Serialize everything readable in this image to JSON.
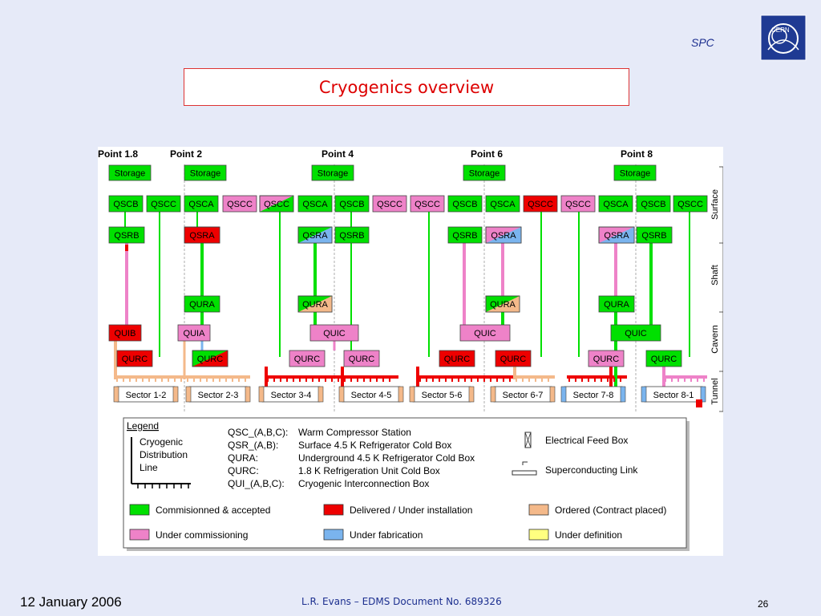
{
  "header": {
    "tag": "SPC",
    "title": "Cryogenics overview",
    "logo_text": "CERN"
  },
  "points": [
    "Point 1.8",
    "Point 2",
    "Point 4",
    "Point 6",
    "Point 8"
  ],
  "levels": [
    "Surface",
    "Shaft",
    "Cavern",
    "Tunnel"
  ],
  "nodes": {
    "storage": "Storage",
    "qscb": "QSCB",
    "qscc": "QSCC",
    "qsca": "QSCA",
    "qsrb": "QSRB",
    "qsra": "QSRA",
    "qura": "QURA",
    "quib": "QUIB",
    "quia": "QUIA",
    "quic": "QUIC",
    "qurc": "QURC"
  },
  "sectors": [
    "Sector 1-2",
    "Sector 2-3",
    "Sector 3-4",
    "Sector 4-5",
    "Sector 5-6",
    "Sector 6-7",
    "Sector 7-8",
    "Sector 8-1"
  ],
  "legend": {
    "title": "Legend",
    "line_label": [
      "Cryogenic",
      "Distribution",
      "Line"
    ],
    "abbrev": [
      {
        "key": "QSC_(A,B,C):",
        "desc": "Warm Compressor Station"
      },
      {
        "key": "QSR_(A,B):",
        "desc": "Surface 4.5 K Refrigerator Cold Box"
      },
      {
        "key": "QURA:",
        "desc": "Underground 4.5 K Refrigerator Cold Box"
      },
      {
        "key": "QURC:",
        "desc": "1.8 K Refrigeration Unit Cold Box"
      },
      {
        "key": "QUI_(A,B,C):",
        "desc": "Cryogenic Interconnection Box"
      }
    ],
    "feed_box": "Electrical Feed Box",
    "sc_link": "Superconducting Link",
    "status": [
      {
        "label": "Commisionned & accepted",
        "color": "#00e000"
      },
      {
        "label": "Delivered / Under installation",
        "color": "#ee0000"
      },
      {
        "label": "Ordered (Contract placed)",
        "color": "#f4b98a"
      },
      {
        "label": "Under commissioning",
        "color": "#ee82c8"
      },
      {
        "label": "Under fabrication",
        "color": "#7ab4ee"
      },
      {
        "label": "Under definition",
        "color": "#ffff80"
      }
    ]
  },
  "footer": {
    "date": "12 January 2006",
    "doc": "L.R. Evans – EDMS Document No. 689326",
    "page": "26"
  }
}
